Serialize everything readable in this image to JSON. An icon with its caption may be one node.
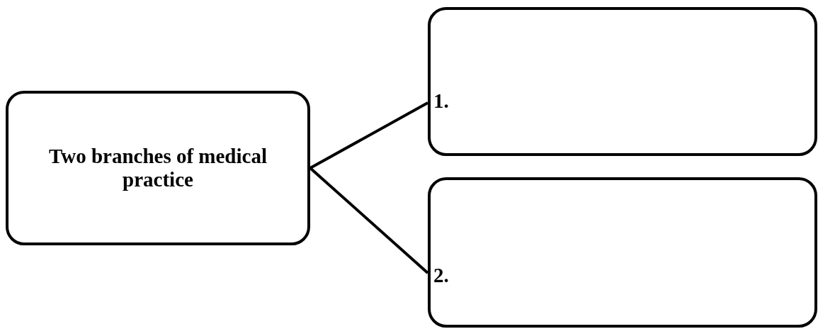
{
  "diagram": {
    "nodes": [
      {
        "text": [
          "Two branches of medical practice"
        ]
      },
      {
        "text": [
          "1."
        ]
      },
      {
        "text": [
          "2."
        ]
      }
    ],
    "edges": [
      {
        "from": 0,
        "to": 1,
        "arrow": "none"
      },
      {
        "from": 0,
        "to": 2,
        "arrow": "none"
      }
    ]
  }
}
